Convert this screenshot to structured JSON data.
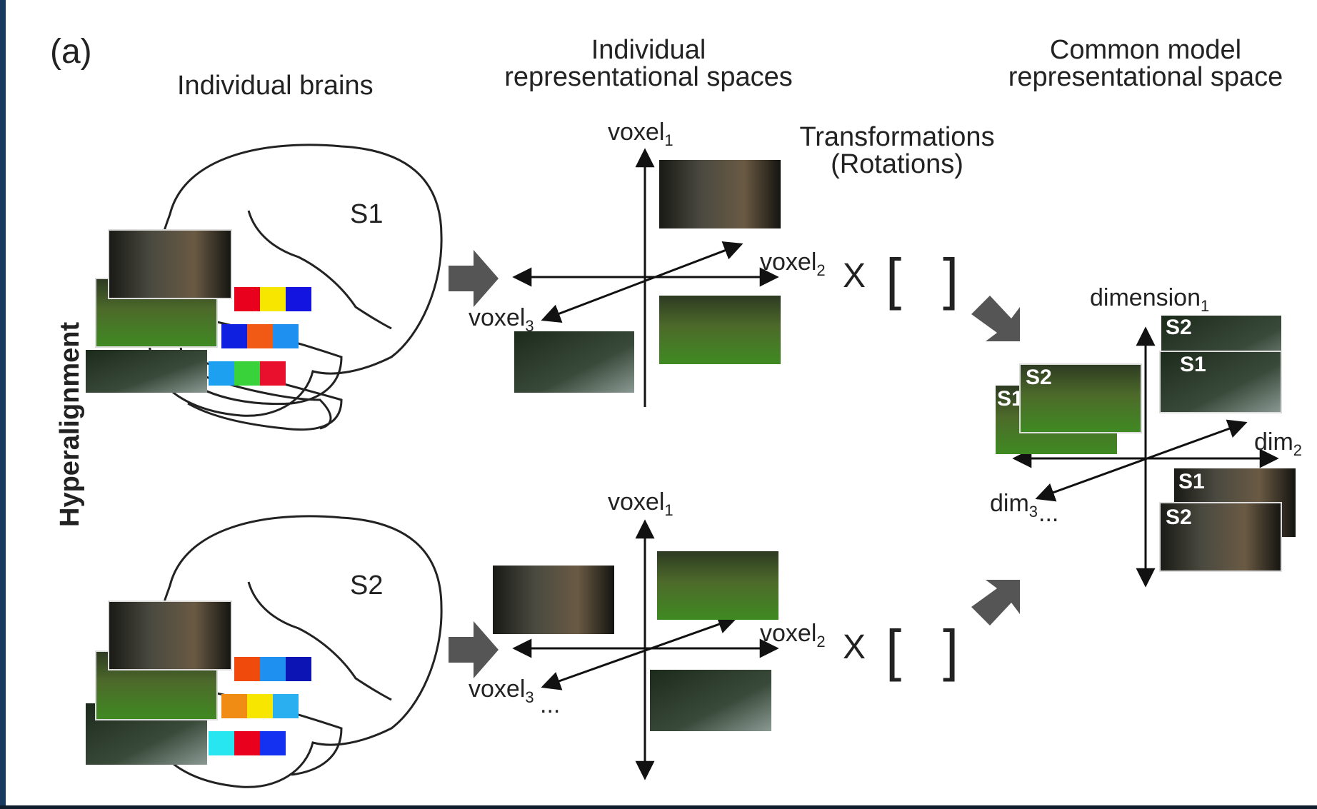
{
  "panel_label": "(a)",
  "headers": {
    "brains": "Individual brains",
    "individual_spaces_line1": "Individual",
    "individual_spaces_line2": "representational spaces",
    "common_line1": "Common model",
    "common_line2": "representational space"
  },
  "transformations_line1": "Transformations",
  "transformations_line2": "(Rotations)",
  "vertical_label": "Hyperalignment",
  "subjects": [
    "S1",
    "S2"
  ],
  "axes": {
    "voxel": "voxel",
    "sub1": "1",
    "sub2": "2",
    "sub3": "3",
    "ellipsis": "...",
    "dimension": "dimension",
    "dim": "dim",
    "times": "X",
    "bracket_open": "[",
    "bracket_close": "]"
  },
  "colors": {
    "s1_row1": [
      "#e8001c",
      "#f7e600",
      "#1414e0"
    ],
    "s1_row2": [
      "#1020e0",
      "#f05a14",
      "#1e90f0"
    ],
    "s1_row3": [
      "#1ea0f0",
      "#3ad23a",
      "#e8102c"
    ],
    "s2_row1": [
      "#f04a0c",
      "#1e90f0",
      "#0c14b4"
    ],
    "s2_row2": [
      "#f08c14",
      "#f7e600",
      "#2ab0f0"
    ],
    "s2_row3": [
      "#28e6f0",
      "#e8001c",
      "#1430f0"
    ],
    "arrow_gray": "#555555"
  },
  "icons": [
    "brain-outline-icon",
    "right-arrow-icon",
    "film-frame-icon"
  ]
}
